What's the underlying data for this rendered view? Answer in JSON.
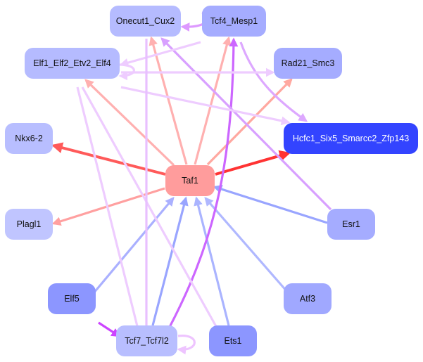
{
  "nodes": [
    {
      "id": "onecut1",
      "label": "Onecut1_Cux2",
      "color": "#b5bbff",
      "text_color": "#111111"
    },
    {
      "id": "tcf4",
      "label": "Tcf4_Mesp1",
      "color": "#a5acff",
      "text_color": "#111111"
    },
    {
      "id": "elf1",
      "label": "Elf1_Elf2_Etv2_Elf4",
      "color": "#b5bbff",
      "text_color": "#111111"
    },
    {
      "id": "rad21",
      "label": "Rad21_Smc3",
      "color": "#a5acff",
      "text_color": "#111111"
    },
    {
      "id": "nkx62",
      "label": "Nkx6-2",
      "color": "#b8beff",
      "text_color": "#111111"
    },
    {
      "id": "hcfc1",
      "label": "Hcfc1_Six5_Smarcc2_Zfp143",
      "color": "#3344ff",
      "text_color": "#ffffff"
    },
    {
      "id": "taf1",
      "label": "Taf1",
      "color": "#ff9c9c",
      "text_color": "#111111"
    },
    {
      "id": "plagl1",
      "label": "Plagl1",
      "color": "#c0c5ff",
      "text_color": "#111111"
    },
    {
      "id": "esr1",
      "label": "Esr1",
      "color": "#a5acff",
      "text_color": "#111111"
    },
    {
      "id": "elf5",
      "label": "Elf5",
      "color": "#8c96ff",
      "text_color": "#111111"
    },
    {
      "id": "atf3",
      "label": "Atf3",
      "color": "#a0a8ff",
      "text_color": "#111111"
    },
    {
      "id": "tcf7",
      "label": "Tcf7_Tcf7l2",
      "color": "#b8beff",
      "text_color": "#111111"
    },
    {
      "id": "ets1",
      "label": "Ets1",
      "color": "#8c96ff",
      "text_color": "#111111"
    }
  ],
  "edges": [
    {
      "source": "taf1",
      "target": "nkx62",
      "color": "#ff5a5a"
    },
    {
      "source": "taf1",
      "target": "hcfc1",
      "color": "#ff3333"
    },
    {
      "source": "taf1",
      "target": "plagl1",
      "color": "#ffa0a0"
    },
    {
      "source": "taf1",
      "target": "elf1",
      "color": "#ffb0b0"
    },
    {
      "source": "taf1",
      "target": "onecut1",
      "color": "#ffb0b0"
    },
    {
      "source": "taf1",
      "target": "tcf4",
      "color": "#ffb0b0"
    },
    {
      "source": "taf1",
      "target": "rad21",
      "color": "#ffa8a0"
    },
    {
      "source": "elf5",
      "target": "taf1",
      "color": "#aab0ff"
    },
    {
      "source": "tcf7",
      "target": "taf1",
      "color": "#99a5ff"
    },
    {
      "source": "ets1",
      "target": "taf1",
      "color": "#aab4ff"
    },
    {
      "source": "atf3",
      "target": "taf1",
      "color": "#b0b8ff"
    },
    {
      "source": "esr1",
      "target": "taf1",
      "color": "#99a5ff"
    },
    {
      "source": "elf5",
      "target": "tcf7",
      "color": "#cc44ff"
    },
    {
      "source": "tcf7",
      "target": "tcf4",
      "color": "#cc66ff"
    },
    {
      "source": "esr1",
      "target": "onecut1",
      "color": "#d8a0ff"
    },
    {
      "source": "tcf4",
      "target": "onecut1",
      "color": "#dd99ff"
    },
    {
      "source": "tcf4",
      "target": "elf1",
      "color": "#eeccff"
    },
    {
      "source": "tcf4",
      "target": "hcfc1",
      "color": "#dda8ff"
    },
    {
      "source": "elf1",
      "target": "rad21",
      "color": "#eeccff"
    },
    {
      "source": "elf1",
      "target": "hcfc1",
      "color": "#eeccff"
    },
    {
      "source": "elf1",
      "target": "tcf7",
      "color": "#eeccff"
    },
    {
      "source": "elf1",
      "target": "ets1",
      "color": "#eeccff"
    },
    {
      "source": "onecut1",
      "target": "tcf7",
      "color": "#e8c0ff"
    },
    {
      "source": "elf1",
      "target": "elf1",
      "color": "#eeccff"
    },
    {
      "source": "tcf7",
      "target": "tcf7",
      "color": "#eec4ff"
    }
  ]
}
